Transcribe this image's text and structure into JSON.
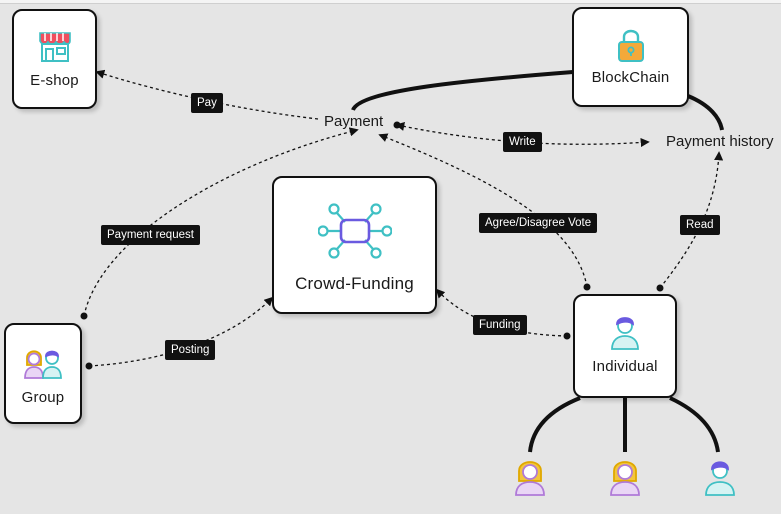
{
  "nodes": {
    "eshop": {
      "label": "E-shop",
      "icon": "shop-icon"
    },
    "blockchain": {
      "label": "BlockChain",
      "icon": "padlock-icon"
    },
    "crowdfunding": {
      "label": "Crowd-Funding",
      "icon": "network-hub-icon"
    },
    "group": {
      "label": "Group",
      "icon": "group-people-icon"
    },
    "individual": {
      "label": "Individual",
      "icon": "person-icon"
    }
  },
  "free_labels": {
    "payment": "Payment",
    "payment_history": "Payment history"
  },
  "edge_labels": {
    "pay": "Pay",
    "write": "Write",
    "payment_request": "Payment request",
    "agree_vote": "Agree/Disagree Vote",
    "read": "Read",
    "posting": "Posting",
    "funding": "Funding"
  },
  "people_icons": [
    "woman-icon",
    "woman-icon",
    "man-icon"
  ],
  "colors": {
    "background": "#e5e5e5",
    "teal": "#3fc0c4",
    "purple": "#6a5ae0",
    "yellow": "#f2c53d",
    "violet": "#b07ad8",
    "orange": "#f4a93a",
    "red": "#f04e5e"
  }
}
